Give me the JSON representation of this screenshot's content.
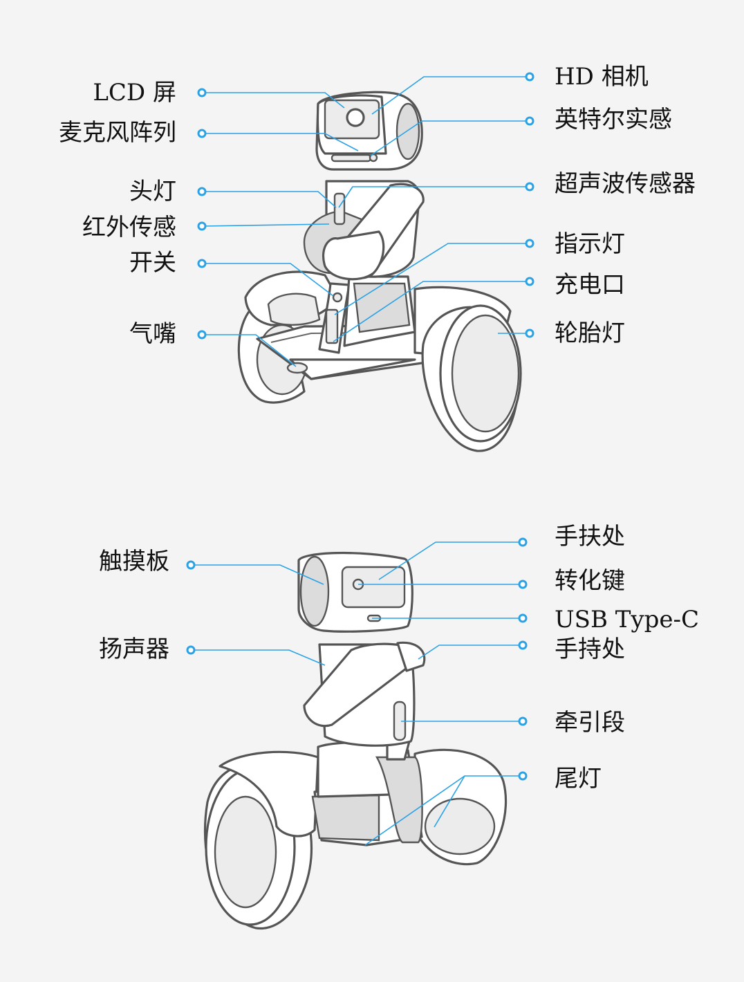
{
  "diagram": {
    "top_labels_left": [
      "LCD 屏",
      "麦克风阵列",
      "头灯",
      "红外传感",
      "开关",
      "气嘴"
    ],
    "top_labels_right": [
      "HD 相机",
      "英特尔实感",
      "超声波传感器",
      "指示灯",
      "充电口",
      "轮胎灯"
    ],
    "bottom_labels_left": [
      "触摸板",
      "扬声器"
    ],
    "bottom_labels_right": [
      "手扶处",
      "转化键",
      "USB Type-C",
      "手持处",
      "牵引段",
      "尾灯"
    ],
    "colors": {
      "leader_line": "#29a2e6",
      "outline": "#555555",
      "background": "#f4f4f4"
    }
  }
}
